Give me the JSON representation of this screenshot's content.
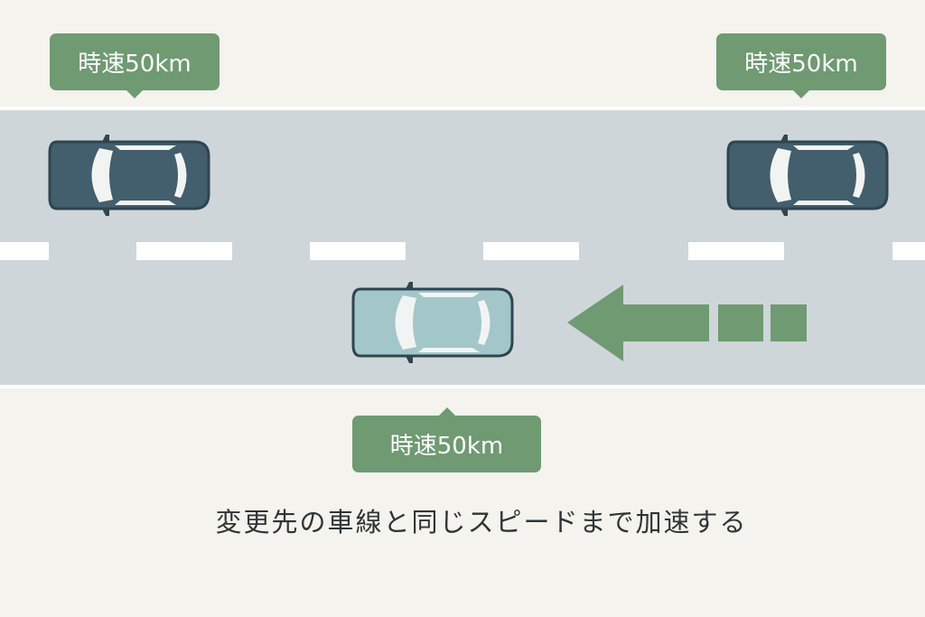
{
  "labels": {
    "top_left_speed": "時速50km",
    "top_right_speed": "時速50km",
    "merging_car_speed": "時速50km"
  },
  "caption": "変更先の車線と同じスピードまで加速する",
  "colors": {
    "background": "#f4f3ee",
    "road": "#cfd6da",
    "lane_marking": "#ffffff",
    "accent_green": "#6f9a72",
    "traffic_car": "#435e6c",
    "merging_car": "#a3c6c9"
  }
}
